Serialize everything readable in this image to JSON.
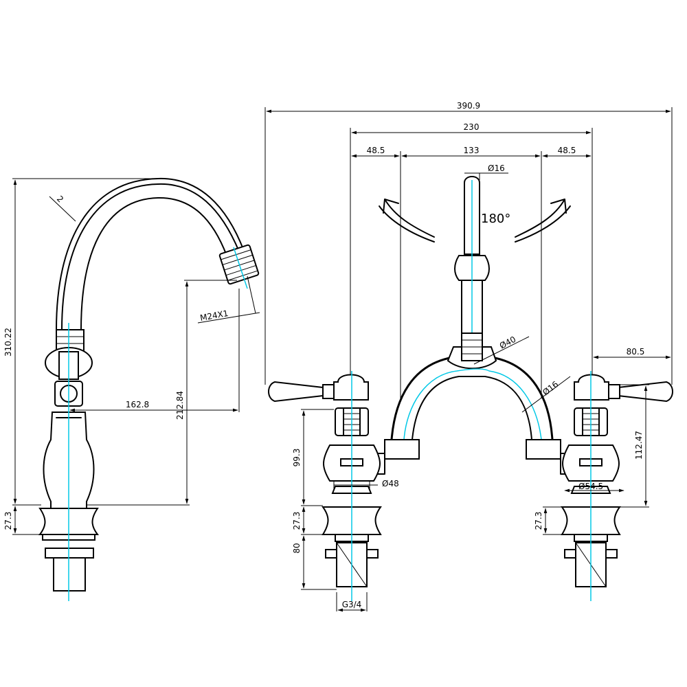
{
  "dimensions": {
    "overall_width": "390.9",
    "inner_width": "230",
    "left_offset": "48.5",
    "center_spacing": "133",
    "right_offset": "48.5",
    "spout_diameter": "Ø16",
    "rotation": "180°",
    "bridge_diameter": "Ø40",
    "bridge_pipe_diameter": "Ø16",
    "handle_extension": "80.5",
    "handle_height": "112.47",
    "valve_height": "99.3",
    "base_diameter_left": "Ø48",
    "base_diameter_right": "Ø54.5",
    "base_height_left": "27.3",
    "base_height_right": "27.3",
    "shank_length": "80",
    "thread": "G3/4",
    "total_height": "310.22",
    "spout_outlet_height": "212.84",
    "spout_reach": "162.8",
    "aerator_thread": "M24X1",
    "spout_wall": "2",
    "side_base_height": "27.3"
  }
}
